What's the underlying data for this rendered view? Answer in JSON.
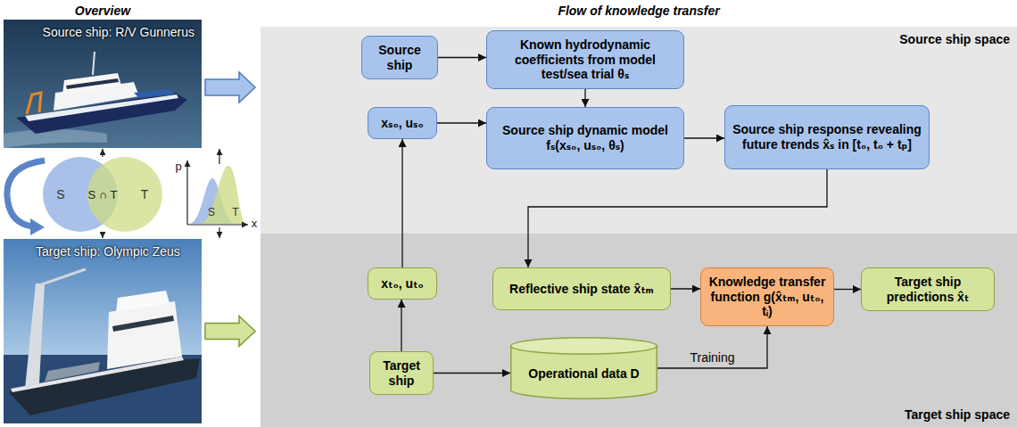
{
  "diagram": {
    "nodes": [
      {
        "text": [
          "Source ship: R/V Gunnerus"
        ]
      },
      {
        "text": [
          "Source ship space"
        ]
      },
      {
        "text": [
          "Source ship"
        ],
        "in": 1
      },
      {
        "text": [
          "Known hydrodynamic coefficients from model test/sea trial θₛ"
        ],
        "in": 1
      },
      {
        "text": [
          "xₛ₀, uₛ₀"
        ],
        "in": 1
      },
      {
        "text": [
          "Source ship dynamic model fₛ(xₛ₀, uₛ₀, θₛ)"
        ],
        "in": 1
      },
      {
        "text": [
          "Source ship response revealing future trends x̂ₛ in [t₀, t₀ + tₚ]"
        ],
        "in": 1
      },
      {
        "text": [
          "Target ship: Olympic Zeus"
        ]
      },
      {
        "text": [
          "Target ship space"
        ]
      },
      {
        "text": [
          "xₜ₀, uₜ₀"
        ],
        "in": 8
      },
      {
        "text": [
          "Reflective ship state x̂ₜₘ"
        ],
        "in": 8
      },
      {
        "text": [
          "Knowledge transfer function g(x̂ₜₘ, uₜ₀, tᵢ)"
        ],
        "in": 8
      },
      {
        "text": [
          "Target ship predictions x̂ₜ"
        ],
        "in": 8
      },
      {
        "text": [
          "Target ship"
        ],
        "in": 8
      },
      {
        "text": [
          "Operational data D"
        ],
        "in": 8
      }
    ],
    "edges": [
      {
        "from": 0,
        "to": 1,
        "arrow": "to"
      },
      {
        "from": 7,
        "to": 8,
        "arrow": "to"
      },
      {
        "from": 2,
        "to": 3,
        "arrow": "to"
      },
      {
        "from": 3,
        "to": 5,
        "arrow": "to"
      },
      {
        "from": 4,
        "to": 5,
        "arrow": "to"
      },
      {
        "from": 5,
        "to": 6,
        "arrow": "to"
      },
      {
        "from": 6,
        "to": 10,
        "arrow": "to"
      },
      {
        "from": 10,
        "to": 11,
        "arrow": "to"
      },
      {
        "from": 11,
        "to": 12,
        "arrow": "to"
      },
      {
        "from": 9,
        "to": 4,
        "arrow": "to"
      },
      {
        "from": 13,
        "to": 9,
        "arrow": "to"
      },
      {
        "from": 13,
        "to": 14,
        "arrow": "to"
      },
      {
        "from": 14,
        "to": 11,
        "label": "Training",
        "arrow": "to"
      }
    ],
    "labels": [
      "Overview",
      "Flow of knowledge transfer",
      "S",
      "S ∩ T",
      "T",
      "p",
      "x",
      "S",
      "T"
    ]
  }
}
